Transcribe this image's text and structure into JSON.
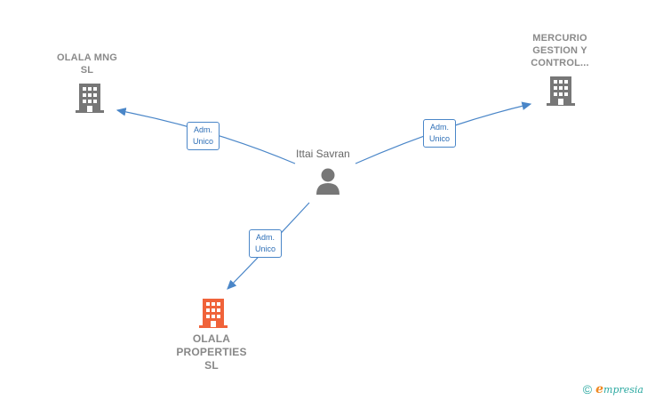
{
  "nodes": {
    "center_person": {
      "name": "Ittai Savran",
      "icon": "person-icon"
    },
    "company_top_left": {
      "line1": "OLALA MNG",
      "line2": "SL",
      "icon": "building-icon"
    },
    "company_top_right": {
      "line1": "MERCURIO",
      "line2": "GESTION Y",
      "line3": "CONTROL...",
      "icon": "building-icon"
    },
    "company_bottom": {
      "line1": "OLALA",
      "line2": "PROPERTIES",
      "line3": "SL",
      "icon": "building-icon"
    }
  },
  "edges": {
    "to_top_left": {
      "line1": "Adm.",
      "line2": "Unico"
    },
    "to_top_right": {
      "line1": "Adm.",
      "line2": "Unico"
    },
    "to_bottom": {
      "line1": "Adm.",
      "line2": "Unico"
    }
  },
  "colors": {
    "edge": "#4a86c8",
    "building": "#777777",
    "building_highlight": "#f0633a",
    "person": "#777777"
  },
  "footer": {
    "copyright_symbol": "©",
    "brand_initial": "e",
    "brand_rest": "mpresia"
  }
}
